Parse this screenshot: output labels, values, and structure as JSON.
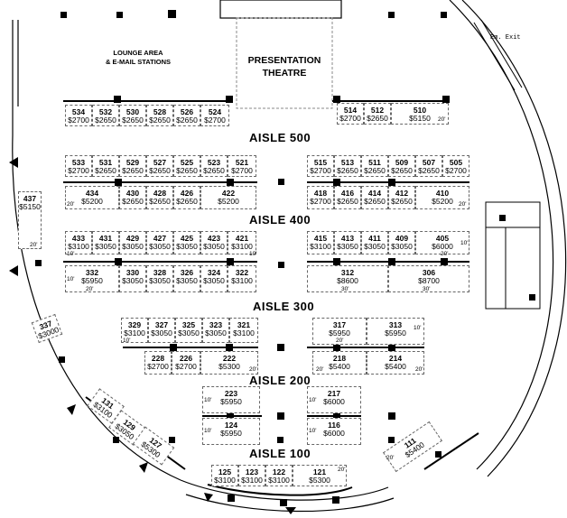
{
  "labels": {
    "lounge": "LOUNGE AREA",
    "email": "& E-MAIL STATIONS",
    "theatre1": "PRESENTATION",
    "theatre2": "THEATRE",
    "exit": "Em. Exit"
  },
  "aisles": {
    "a500": "AISLE  500",
    "a400": "AISLE 400",
    "a300": "AISLE 300",
    "a200": "AISLE 200",
    "a100": "AISLE 100"
  },
  "booths": {
    "b534": {
      "num": "534",
      "price": "$2700"
    },
    "b532": {
      "num": "532",
      "price": "$2650"
    },
    "b530": {
      "num": "530",
      "price": "$2650"
    },
    "b528": {
      "num": "528",
      "price": "$2650"
    },
    "b526": {
      "num": "526",
      "price": "$2650"
    },
    "b524": {
      "num": "524",
      "price": "$2700"
    },
    "b514": {
      "num": "514",
      "price": "$2700"
    },
    "b512": {
      "num": "512",
      "price": "$2650"
    },
    "b510": {
      "num": "510",
      "price": "$5150"
    },
    "b533": {
      "num": "533",
      "price": "$2700"
    },
    "b531": {
      "num": "531",
      "price": "$2650"
    },
    "b529": {
      "num": "529",
      "price": "$2650"
    },
    "b527": {
      "num": "527",
      "price": "$2650"
    },
    "b525": {
      "num": "525",
      "price": "$2650"
    },
    "b523": {
      "num": "523",
      "price": "$2650"
    },
    "b521": {
      "num": "521",
      "price": "$2700"
    },
    "b515": {
      "num": "515",
      "price": "$2700"
    },
    "b513": {
      "num": "513",
      "price": "$2650"
    },
    "b511": {
      "num": "511",
      "price": "$2650"
    },
    "b509": {
      "num": "509",
      "price": "$2650"
    },
    "b507": {
      "num": "507",
      "price": "$2650"
    },
    "b505": {
      "num": "505",
      "price": "$2700"
    },
    "b434": {
      "num": "434",
      "price": "$5200"
    },
    "b430": {
      "num": "430",
      "price": "$2650"
    },
    "b428": {
      "num": "428",
      "price": "$2650"
    },
    "b426": {
      "num": "426",
      "price": "$2650"
    },
    "b422": {
      "num": "422",
      "price": "$5200"
    },
    "b418": {
      "num": "418",
      "price": "$2700"
    },
    "b416": {
      "num": "416",
      "price": "$2650"
    },
    "b414": {
      "num": "414",
      "price": "$2650"
    },
    "b412": {
      "num": "412",
      "price": "$2650"
    },
    "b410": {
      "num": "410",
      "price": "$5200"
    },
    "b437": {
      "num": "437",
      "price": "$5150"
    },
    "b433": {
      "num": "433",
      "price": "$3100"
    },
    "b431": {
      "num": "431",
      "price": "$3050"
    },
    "b429": {
      "num": "429",
      "price": "$3050"
    },
    "b427": {
      "num": "427",
      "price": "$3050"
    },
    "b425": {
      "num": "425",
      "price": "$3050"
    },
    "b423": {
      "num": "423",
      "price": "$3050"
    },
    "b421": {
      "num": "421",
      "price": "$3100"
    },
    "b415": {
      "num": "415",
      "price": "$3100"
    },
    "b413": {
      "num": "413",
      "price": "$3050"
    },
    "b411": {
      "num": "411",
      "price": "$3050"
    },
    "b409": {
      "num": "409",
      "price": "$3050"
    },
    "b405": {
      "num": "405",
      "price": "$6000"
    },
    "b332": {
      "num": "332",
      "price": "$5950"
    },
    "b330": {
      "num": "330",
      "price": "$3050"
    },
    "b328": {
      "num": "328",
      "price": "$3050"
    },
    "b326": {
      "num": "326",
      "price": "$3050"
    },
    "b324": {
      "num": "324",
      "price": "$3050"
    },
    "b322": {
      "num": "322",
      "price": "$3100"
    },
    "b312": {
      "num": "312",
      "price": "$8600"
    },
    "b306": {
      "num": "306",
      "price": "$8700"
    },
    "b337": {
      "num": "337",
      "price": "$3000"
    },
    "b329": {
      "num": "329",
      "price": "$3100"
    },
    "b327": {
      "num": "327",
      "price": "$3050"
    },
    "b325": {
      "num": "325",
      "price": "$3050"
    },
    "b323": {
      "num": "323",
      "price": "$3050"
    },
    "b321": {
      "num": "321",
      "price": "$3100"
    },
    "b317": {
      "num": "317",
      "price": "$5950"
    },
    "b313": {
      "num": "313",
      "price": "$5950"
    },
    "b228": {
      "num": "228",
      "price": "$2700"
    },
    "b226": {
      "num": "226",
      "price": "$2700"
    },
    "b222": {
      "num": "222",
      "price": "$5300"
    },
    "b218": {
      "num": "218",
      "price": "$5400"
    },
    "b214": {
      "num": "214",
      "price": "$5400"
    },
    "b223": {
      "num": "223",
      "price": "$5950"
    },
    "b217": {
      "num": "217",
      "price": "$6000"
    },
    "b124": {
      "num": "124",
      "price": "$5950"
    },
    "b116": {
      "num": "116",
      "price": "$6000"
    },
    "b131": {
      "num": "131",
      "price": "$3100"
    },
    "b129": {
      "num": "129",
      "price": "$3050"
    },
    "b127": {
      "num": "127",
      "price": "$5300"
    },
    "b125": {
      "num": "125",
      "price": "$3100"
    },
    "b123": {
      "num": "123",
      "price": "$3100"
    },
    "b122": {
      "num": "122",
      "price": "$3100"
    },
    "b121": {
      "num": "121",
      "price": "$5300"
    },
    "b111": {
      "num": "111",
      "price": "$5400"
    }
  },
  "dims": {
    "d20": "20'",
    "d10": "10'",
    "d30": "30'"
  }
}
